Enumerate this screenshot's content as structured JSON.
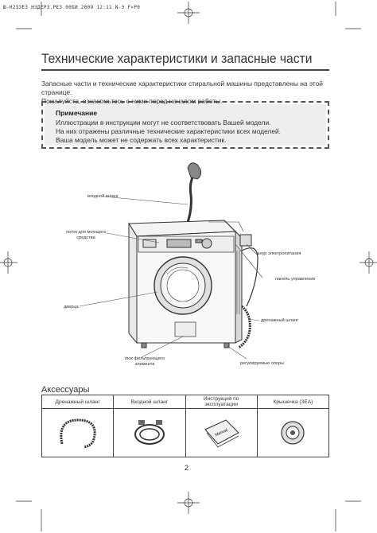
{
  "header_line": "Ш-Н2ЗЗЕЗ Н3ДЕРЗ.РЕЗ 00БИ 2009 12:11 N-Э F×P0",
  "title": "Технические характеристики и запасные части",
  "intro": [
    "Запасные части и технические характеристики стиральной машины представлены на этой странице.",
    "Пожалуйста, ознакомьтесь с ними перед началом работы."
  ],
  "note": {
    "title": "Примечание",
    "lines": [
      "Иллюстрации в инструкции могут не соответствовать Вашей модели.",
      "На них отражены различные технические характеристики всех моделей.",
      "Ваша модель может не содержать всех характеристик."
    ]
  },
  "labels": {
    "inlet_hose": "входной шланг",
    "detergent_drawer_1": "лоток для моющего",
    "detergent_drawer_2": "средства",
    "door": "дверца",
    "filter_cover_1": "люк фильтрующего",
    "filter_cover_2": "элемента",
    "power_cord": "шнур электропитания",
    "control_panel": "панель управления",
    "drain_hose": "дренажный шланг",
    "adjustable_feet": "регулируемые опоры"
  },
  "accessories": {
    "title": "Аксессуары",
    "columns": [
      {
        "label_1": "Дренажный шланг",
        "label_2": "",
        "icon": "drain-hose-icon"
      },
      {
        "label_1": "Входной шланг",
        "label_2": "",
        "icon": "inlet-hose-icon"
      },
      {
        "label_1": "Инструкция по",
        "label_2": "эксплуатации",
        "icon": "manual-icon"
      },
      {
        "label_1": "Крышечка (3ЕА)",
        "label_2": "",
        "icon": "cap-icon"
      }
    ],
    "manual_cover_text": "Manual"
  },
  "page_number": "2"
}
